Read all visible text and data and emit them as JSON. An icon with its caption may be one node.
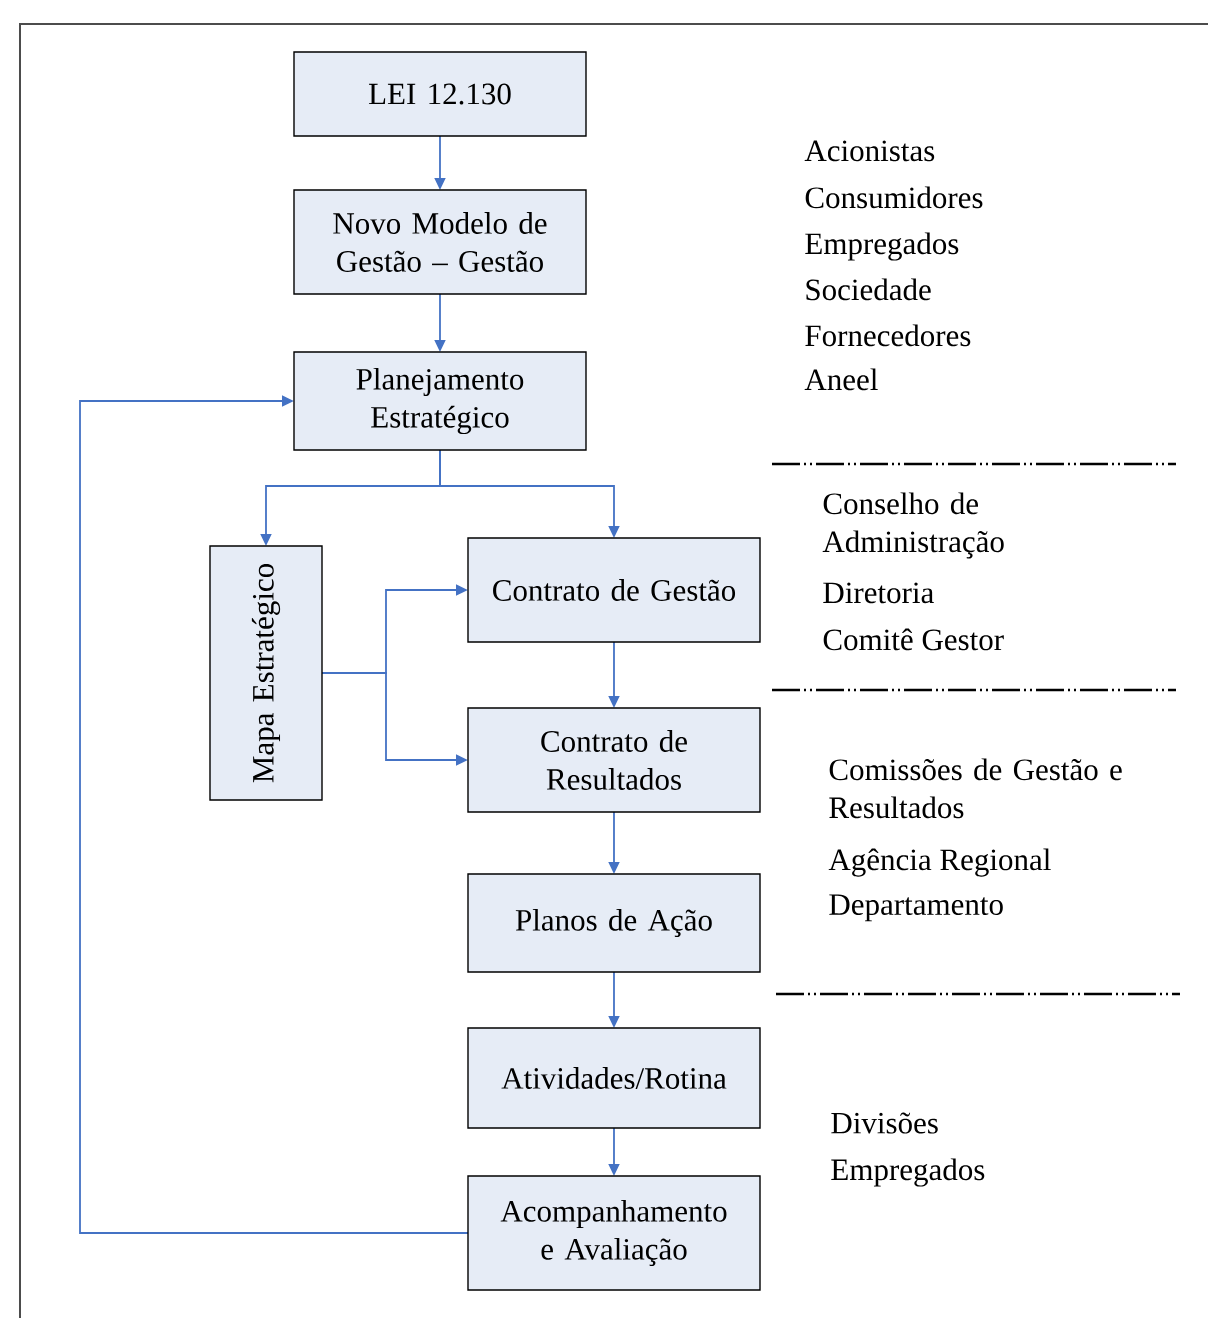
{
  "diagram": {
    "nodes": [
      {
        "text": [
          "LEI 12.130"
        ]
      },
      {
        "text": [
          "Novo Modelo de Gestão – Gestão"
        ]
      },
      {
        "text": [
          "Planejamento Estratégico"
        ]
      },
      {
        "text": [
          "Mapa Estratégico"
        ]
      },
      {
        "text": [
          "Contrato de Gestão"
        ]
      },
      {
        "text": [
          "Contrato de Resultados"
        ]
      },
      {
        "text": [
          "Planos de Ação"
        ]
      },
      {
        "text": [
          "Atividades/Rotina"
        ]
      },
      {
        "text": [
          "Acompanhamento e Avaliação"
        ]
      }
    ],
    "edges": [
      {
        "from": 0,
        "to": 1,
        "arrow": "to"
      },
      {
        "from": 1,
        "to": 2,
        "arrow": "to"
      },
      {
        "from": 2,
        "to": 3,
        "arrow": "to"
      },
      {
        "from": 2,
        "to": 4,
        "arrow": "to"
      },
      {
        "from": 3,
        "to": 4,
        "arrow": "to"
      },
      {
        "from": 3,
        "to": 5,
        "arrow": "to"
      },
      {
        "from": 4,
        "to": 5,
        "arrow": "to"
      },
      {
        "from": 5,
        "to": 6,
        "arrow": "to"
      },
      {
        "from": 6,
        "to": 7,
        "arrow": "to"
      },
      {
        "from": 7,
        "to": 8,
        "arrow": "to"
      },
      {
        "from": 8,
        "to": 2,
        "arrow": "to"
      }
    ],
    "labels": [
      "Acionistas",
      "Consumidores",
      "Empregados",
      "Sociedade",
      "Fornecedores",
      "Aneel",
      "Conselho de Administração",
      "Diretoria",
      "Comitê Gestor",
      "Comissões de Gestão e Resultados",
      "Agência Regional",
      "Departamento",
      "Divisões",
      "Empregados"
    ]
  }
}
